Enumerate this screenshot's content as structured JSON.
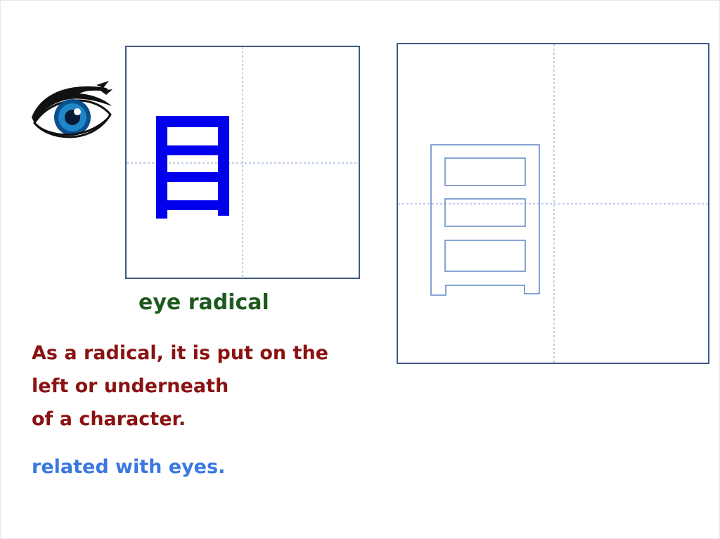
{
  "slide": {
    "radical_name": "eye radical",
    "description_lines": [
      "As a radical, it is put on the",
      "left or underneath",
      "of a character."
    ],
    "meaning": "related with eyes."
  },
  "icons": {
    "eye": "eye-icon",
    "radical_glyph_solid": "eye-radical-glyph",
    "radical_glyph_outline": "eye-radical-outline-glyph"
  },
  "colors": {
    "radical_name": "#1e5a1e",
    "description": "#8b1212",
    "meaning": "#3a78e0",
    "glyph_solid": "#0000ee",
    "glyph_outline": "#5f86c7",
    "grid_border": "#3f5b86",
    "grid_guide": "#7f9fd0"
  }
}
